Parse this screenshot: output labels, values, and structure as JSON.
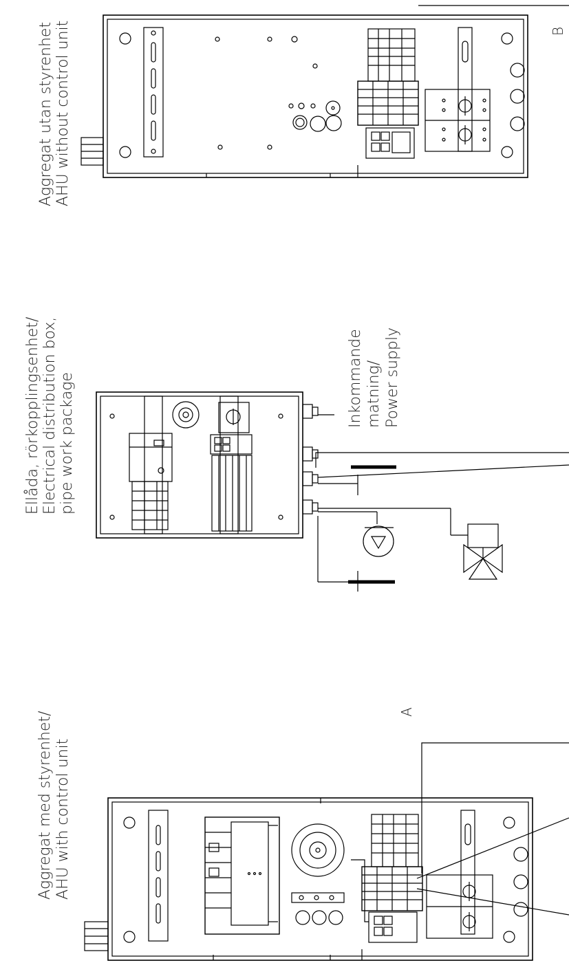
{
  "labels": {
    "ahu_without_line1": "Aggregat utan styrenhet",
    "ahu_without_line2": "AHU without control unit",
    "box_line1": "Ellåda, rörkopplingsenhet/",
    "box_line2": "Electrical distribution box,",
    "box_line3": "pipe work package",
    "power_line1": "Inkommande",
    "power_line2": "matning/",
    "power_line3": "Power supply",
    "ahu_with_line1": "Aggregat med styrenhet/",
    "ahu_with_line2": "AHU with control unit",
    "marker_a": "A",
    "marker_b": "B"
  }
}
